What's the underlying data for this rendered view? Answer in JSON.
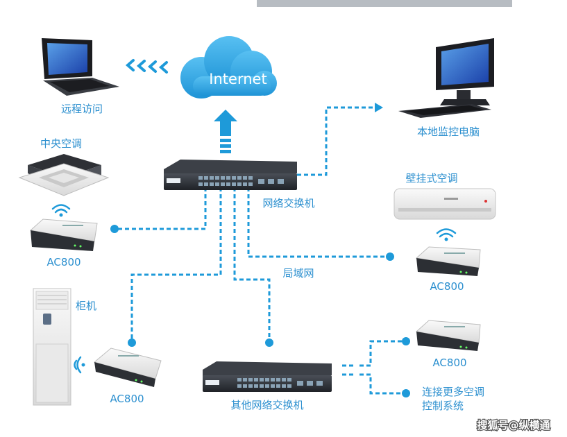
{
  "cloud_label": "Internet",
  "labels": {
    "remote_access": "远程访问",
    "local_pc": "本地监控电脑",
    "central_ac": "中央空调",
    "switch": "网络交换机",
    "wall_ac": "壁挂式空调",
    "lan": "局域网",
    "cabinet": "柜机",
    "other_switch": "其他网络交换机",
    "more_ac_line1": "连接更多空调",
    "more_ac_line2": "控制系统"
  },
  "controller_labels": [
    "AC800",
    "AC800",
    "AC800",
    "AC800"
  ],
  "watermark": "搜狐号@纵横通",
  "colors": {
    "accent": "#1e9ad9",
    "cloud": "#35a9e6",
    "device_dark": "#2a2d33"
  }
}
